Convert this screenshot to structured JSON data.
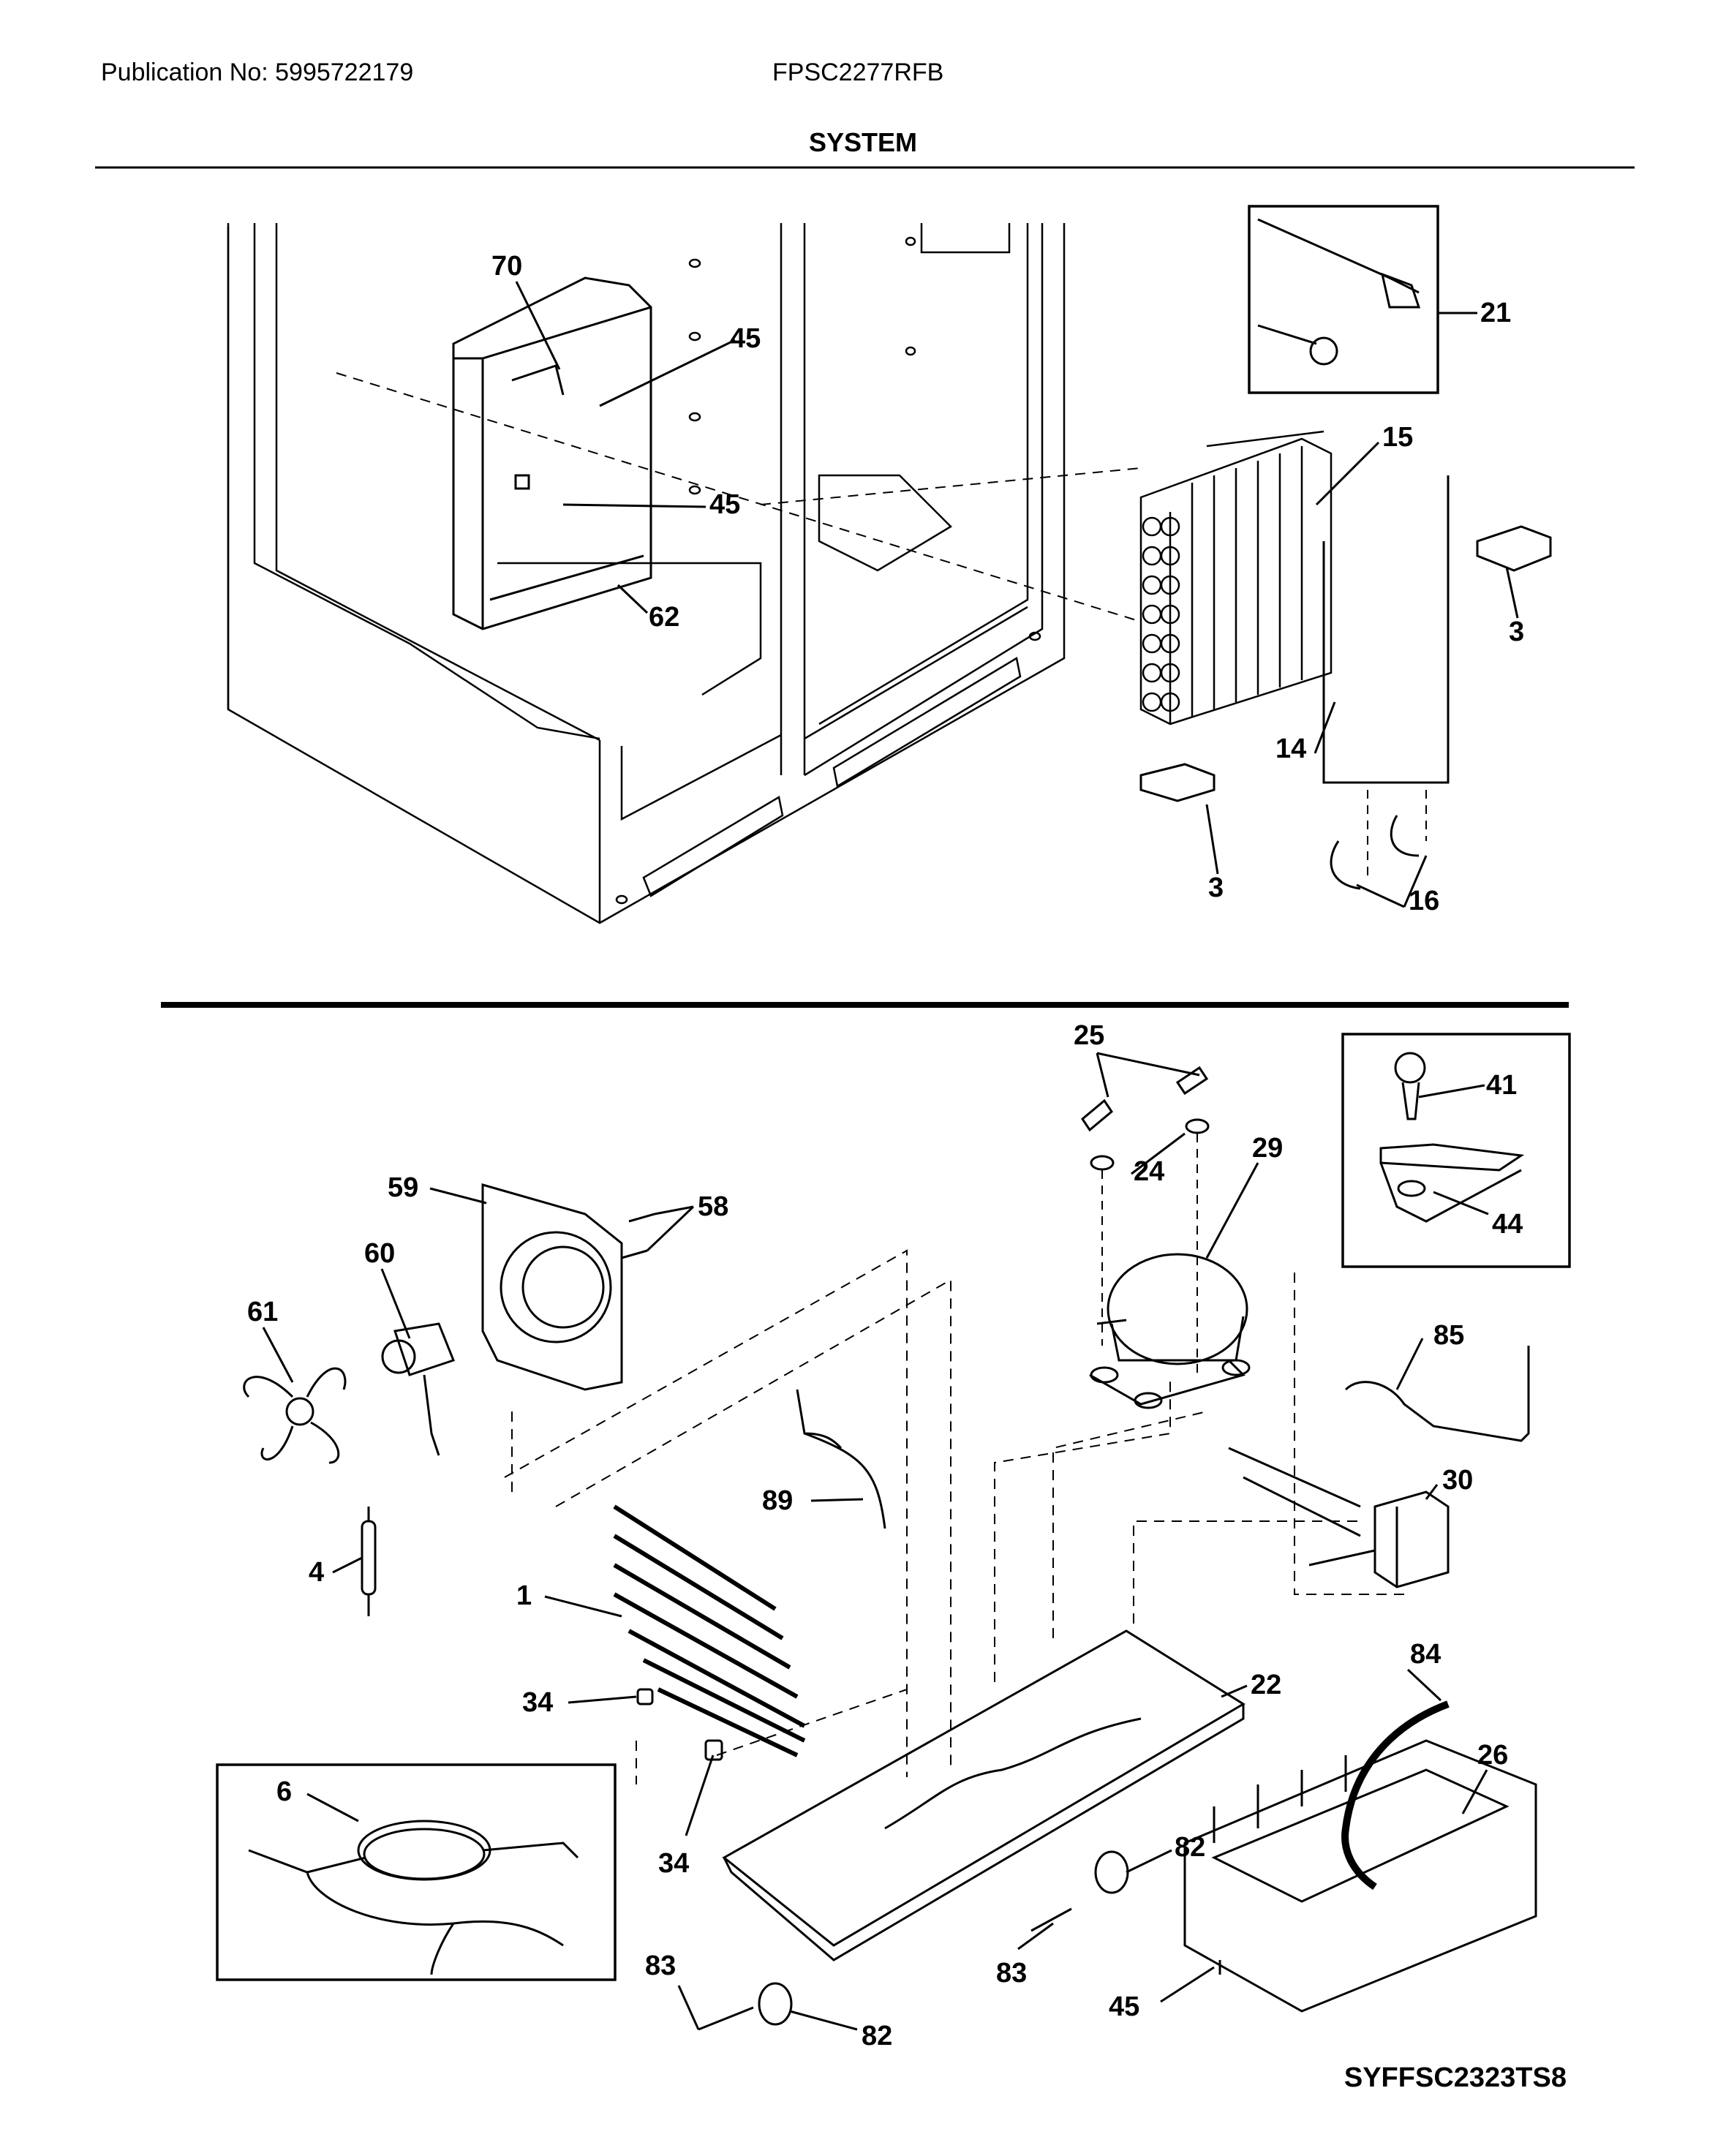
{
  "header": {
    "publication": "Publication No: 5995722179",
    "model": "FPSC2277RFB",
    "title": "SYSTEM"
  },
  "footer": {
    "code": "SYFFSC2323TS8"
  },
  "callouts": {
    "c70": "70",
    "c45a": "45",
    "c45b": "45",
    "c62": "62",
    "c21": "21",
    "c15": "15",
    "c3a": "3",
    "c3b": "3",
    "c14": "14",
    "c16": "16",
    "c25": "25",
    "c24": "24",
    "c29": "29",
    "c41": "41",
    "c44": "44",
    "c59": "59",
    "c58": "58",
    "c60": "60",
    "c61": "61",
    "c85": "85",
    "c30": "30",
    "c89": "89",
    "c4": "4",
    "c1": "1",
    "c22": "22",
    "c34a": "34",
    "c34b": "34",
    "c84": "84",
    "c26": "26",
    "c6": "6",
    "c82a": "82",
    "c83a": "83",
    "c82b": "82",
    "c83b": "83",
    "c45c": "45"
  }
}
